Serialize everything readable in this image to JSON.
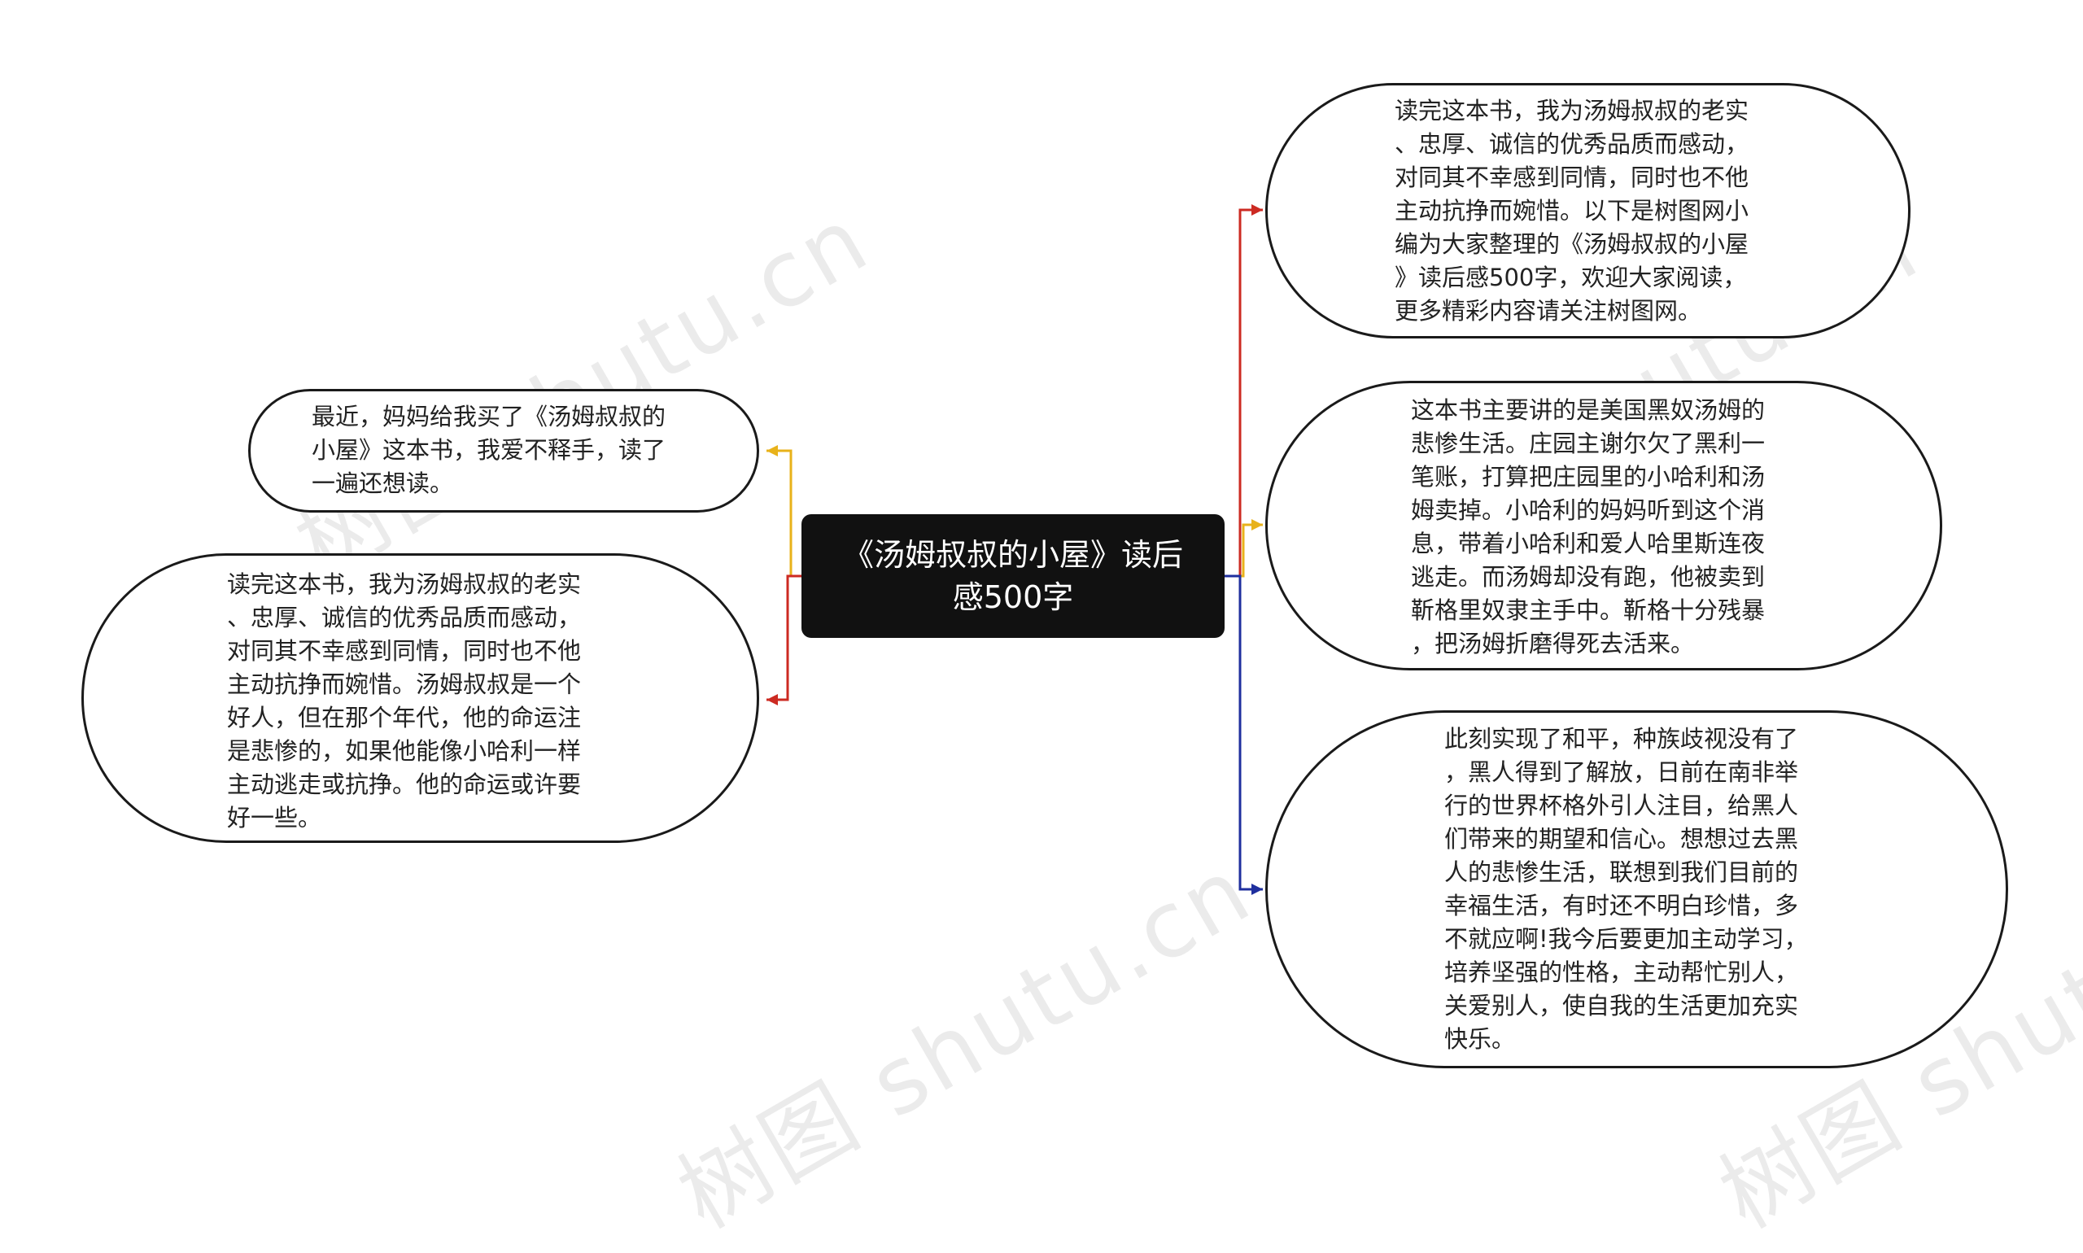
{
  "watermark": "树图 shutu.cn",
  "colors": {
    "red": "#cc2a22",
    "yellow": "#e8b21a",
    "blue": "#1f2f9e",
    "node_border": "#1a1a1a",
    "center_fill": "#111111"
  },
  "central_topic": "《汤姆叔叔的小屋》读后\n感500字",
  "left_branches": [
    {
      "color": "yellow",
      "text": "最近，妈妈给我买了《汤姆叔叔的\n小屋》这本书，我爱不释手，读了\n一遍还想读。"
    },
    {
      "color": "red",
      "text": "读完这本书，我为汤姆叔叔的老实\n、忠厚、诚信的优秀品质而感动，\n对同其不幸感到同情，同时也不他\n主动抗挣而婉惜。汤姆叔叔是一个\n好人，但在那个年代，他的命运注\n是悲惨的，如果他能像小哈利一样\n主动逃走或抗挣。他的命运或许要\n好一些。"
    }
  ],
  "right_branches": [
    {
      "color": "red",
      "text": "读完这本书，我为汤姆叔叔的老实\n、忠厚、诚信的优秀品质而感动，\n对同其不幸感到同情，同时也不他\n主动抗挣而婉惜。以下是树图网小\n编为大家整理的《汤姆叔叔的小屋\n》读后感500字，欢迎大家阅读，\n更多精彩内容请关注树图网。"
    },
    {
      "color": "yellow",
      "text": "这本书主要讲的是美国黑奴汤姆的\n悲惨生活。庄园主谢尔欠了黑利一\n笔账，打算把庄园里的小哈利和汤\n姆卖掉。小哈利的妈妈听到这个消\n息，带着小哈利和爱人哈里斯连夜\n逃走。而汤姆却没有跑，他被卖到\n靳格里奴隶主手中。靳格十分残暴\n，把汤姆折磨得死去活来。"
    },
    {
      "color": "blue",
      "text": "此刻实现了和平，种族歧视没有了\n，黑人得到了解放，日前在南非举\n行的世界杯格外引人注目，给黑人\n们带来的期望和信心。想想过去黑\n人的悲惨生活，联想到我们目前的\n幸福生活，有时还不明白珍惜，多\n不就应啊!我今后要更加主动学习，\n培养坚强的性格，主动帮忙别人，\n关爱别人，使自我的生活更加充实\n快乐。"
    }
  ]
}
